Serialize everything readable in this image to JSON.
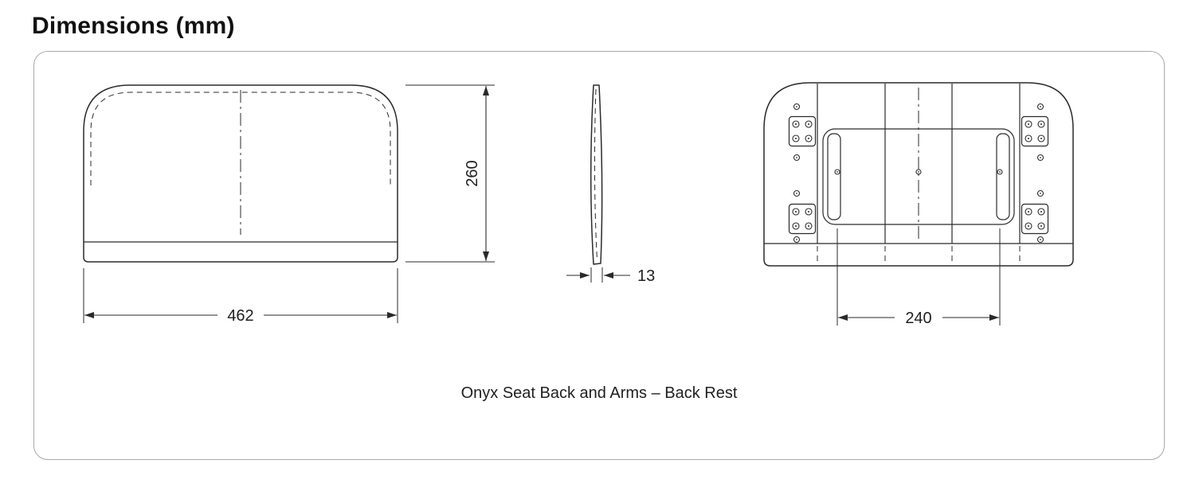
{
  "header": {
    "title": "Dimensions (mm)"
  },
  "figure": {
    "caption": "Onyx Seat Back and Arms – Back Rest",
    "views": {
      "front": {
        "height_label": "260",
        "width_label": "462"
      },
      "side": {
        "thickness_label": "13"
      },
      "back": {
        "mount_width_label": "240"
      }
    }
  },
  "colors": {
    "line": "#2b2b2b",
    "panel_border": "#a9a9a9",
    "background": "#ffffff",
    "text": "#111111"
  }
}
